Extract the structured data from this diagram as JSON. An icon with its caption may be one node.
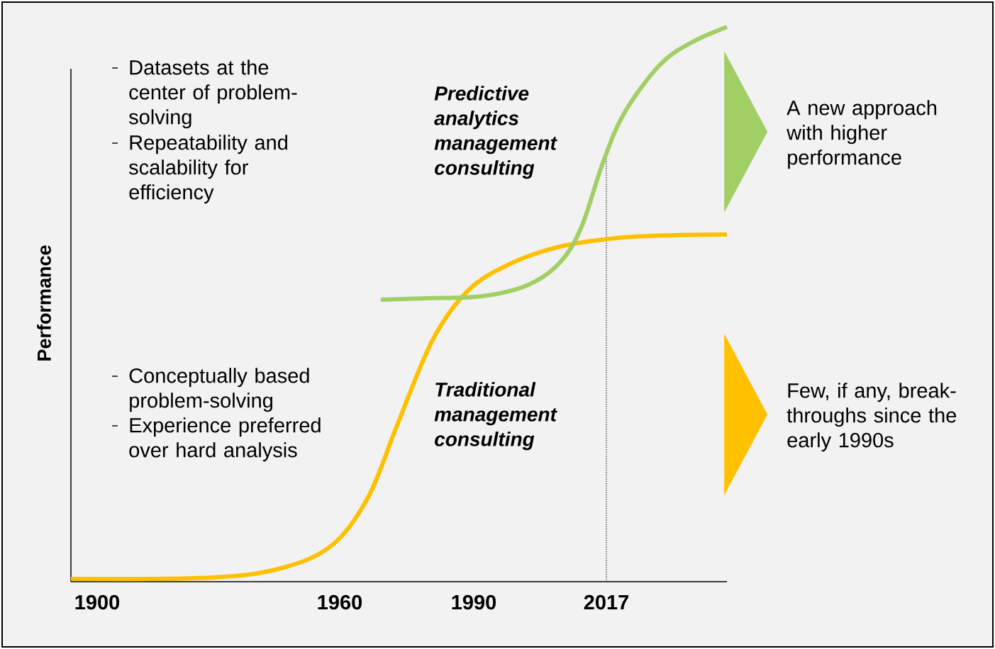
{
  "diagram": {
    "nodes": [
      {
        "text": [],
        "shape": "triangle",
        "beside": [
          "A new approach with higher performance"
        ]
      },
      {
        "text": [],
        "shape": "triangle",
        "beside": [
          "Few, if any, break-throughs since the early 1990s"
        ]
      }
    ],
    "labels": [
      "Datasets at the center of problem-solving",
      "Repeatability and scalability for efficiency",
      "Predictive analytics management consulting",
      "Performance",
      "Conceptually based problem-solving",
      "Experience preferred over hard analysis",
      "Traditional management consulting",
      "1900",
      "1960",
      "1990",
      "2017"
    ]
  }
}
